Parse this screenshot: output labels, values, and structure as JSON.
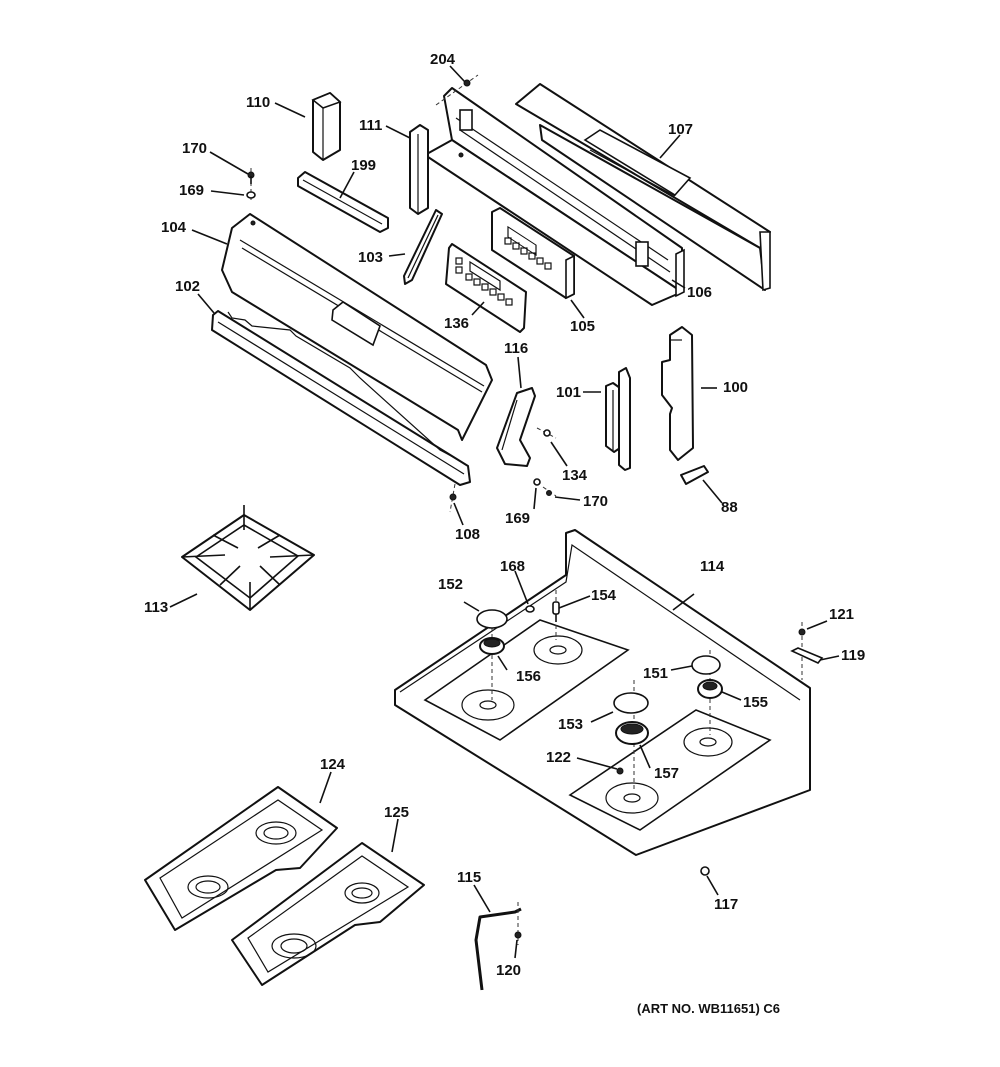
{
  "diagram": {
    "title": "Range control panel and cooktop exploded parts diagram",
    "art_number": "(ART NO. WB11651) C6",
    "labels": {
      "p204": "204",
      "p110": "110",
      "p111": "111",
      "p107": "107",
      "p170a": "170",
      "p169a": "169",
      "p199": "199",
      "p104": "104",
      "p103": "103",
      "p106": "106",
      "p102": "102",
      "p136": "136",
      "p105": "105",
      "p116": "116",
      "p101": "101",
      "p100": "100",
      "p134": "134",
      "p169b": "169",
      "p170b": "170",
      "p88": "88",
      "p108": "108",
      "p113": "113",
      "p152": "152",
      "p168": "168",
      "p154": "154",
      "p114": "114",
      "p121": "121",
      "p119": "119",
      "p151": "151",
      "p156": "156",
      "p155": "155",
      "p153": "153",
      "p122": "122",
      "p157": "157",
      "p124": "124",
      "p125": "125",
      "p115": "115",
      "p117": "117",
      "p120": "120"
    }
  }
}
